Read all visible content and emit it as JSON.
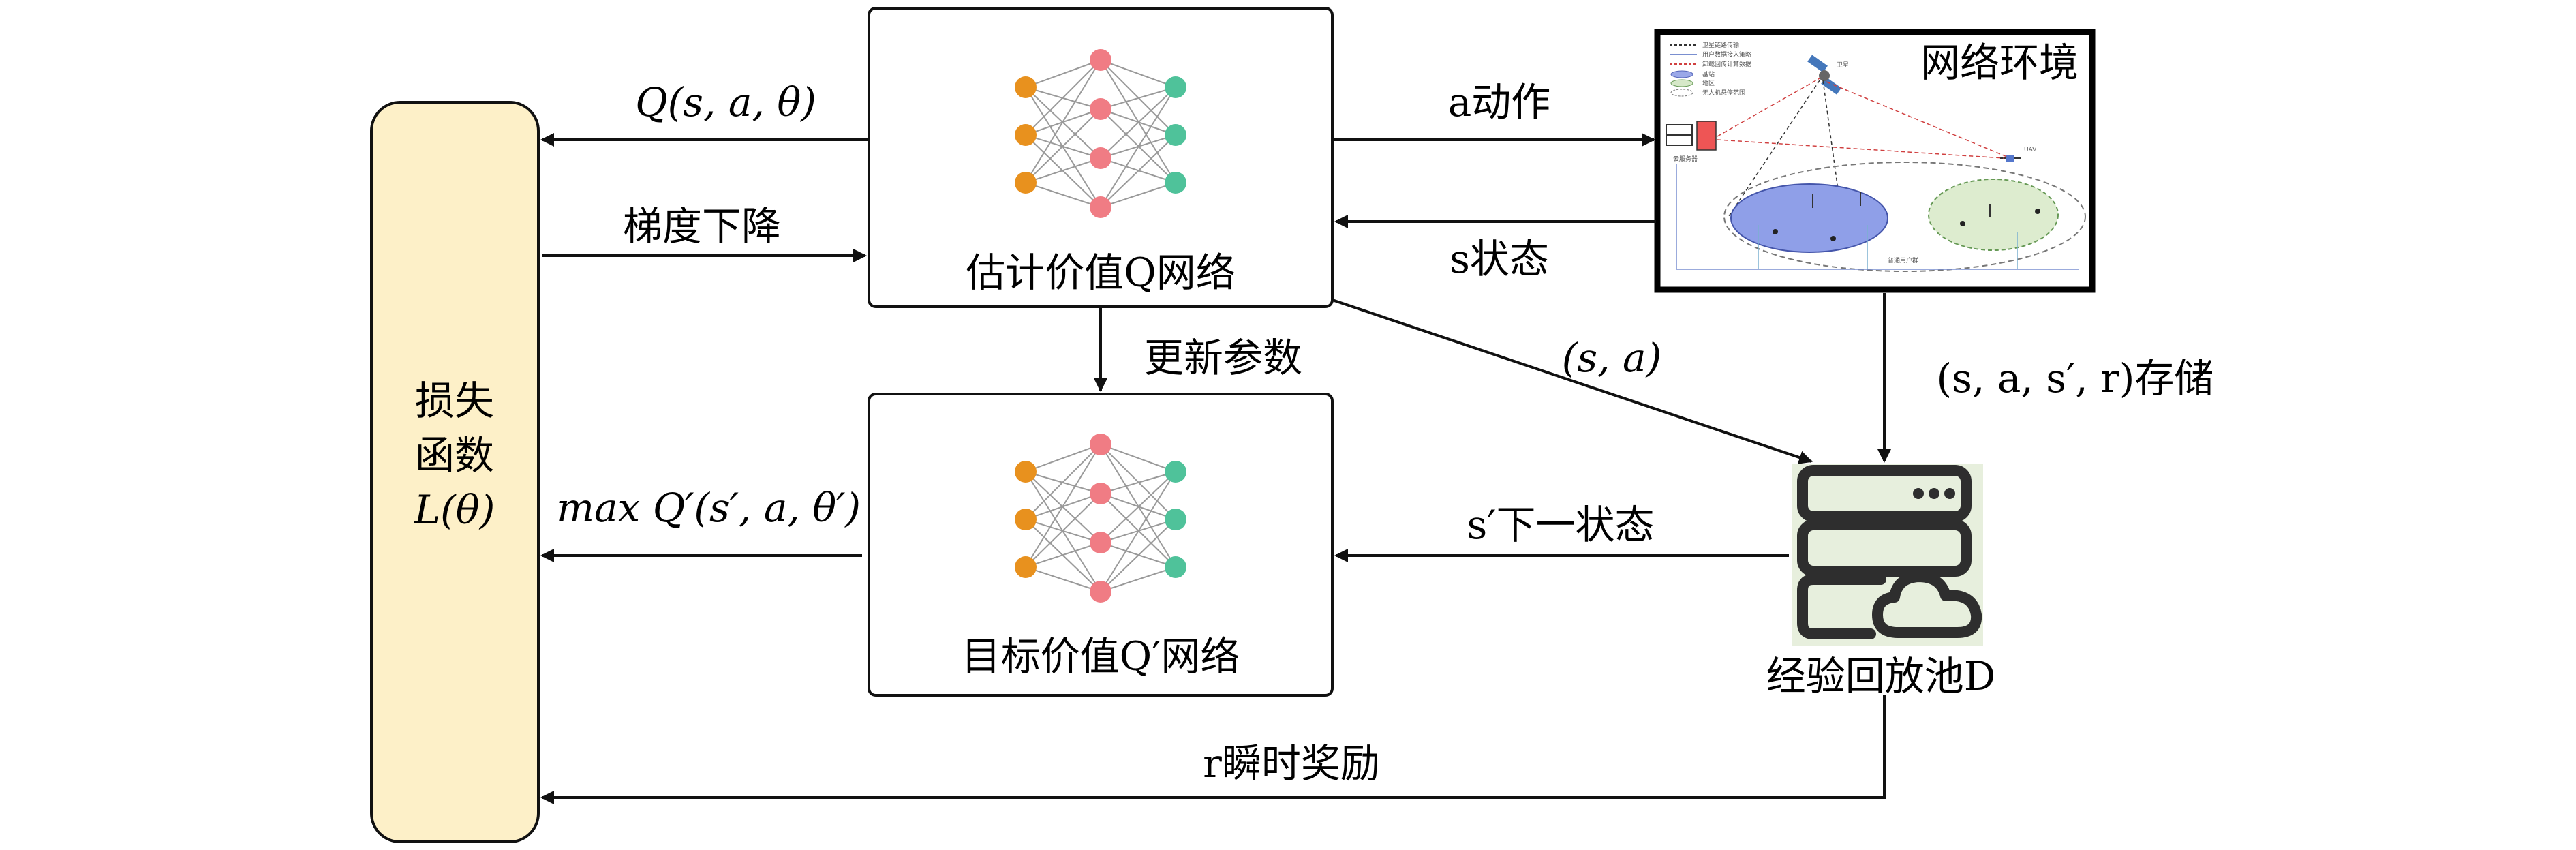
{
  "loss_box": {
    "line1": "损失",
    "line2": "函数",
    "line3": "L(θ)"
  },
  "estimate_net": {
    "label": "估计价值Q网络"
  },
  "target_net": {
    "label": "目标价值Q′网络"
  },
  "environment": {
    "label": "网络环境",
    "legend_items": [
      "卫星链路传输",
      "用户数据接入策略",
      "卸载回传计算数据",
      "基站",
      "地区",
      "无人机悬停范围"
    ],
    "map_labels": [
      "卫星",
      "UAV",
      "云服务器",
      "普通用户群"
    ]
  },
  "replay_pool": {
    "label": "经验回放池D"
  },
  "arrows": {
    "q_value": "Q(s, a, θ)",
    "gradient": "梯度下降",
    "max_q": "max Q′(s′, a, θ′)",
    "action": "a动作",
    "state": "s状态",
    "update": "更新参数",
    "sa": "(s, a)",
    "store": "(s, a, s′, r)存储",
    "next_state": "s′下一状态",
    "reward": "r瞬时奖励"
  },
  "colors": {
    "loss_fill": "#fdf0c8",
    "input_node": "#e8911e",
    "hidden_node": "#f07c84",
    "output_node": "#4fc29a",
    "replay_bg": "#e7efdd",
    "replay_icon": "#2e2e2e"
  }
}
